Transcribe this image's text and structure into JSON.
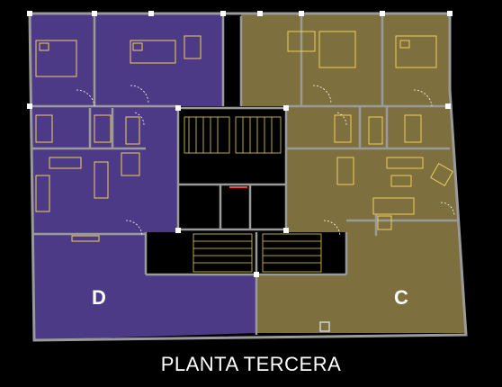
{
  "plan": {
    "title": "PLANTA TERCERA",
    "apartments": [
      {
        "label": "D",
        "fill": "#4d3a86"
      },
      {
        "label": "C",
        "fill": "#7d6f3e"
      }
    ]
  },
  "colors": {
    "wall": "#9a9a9a",
    "furniture": "#f1cd5c",
    "stairs": "#e8d24a",
    "background": "#000000",
    "text": "#ffffff"
  }
}
